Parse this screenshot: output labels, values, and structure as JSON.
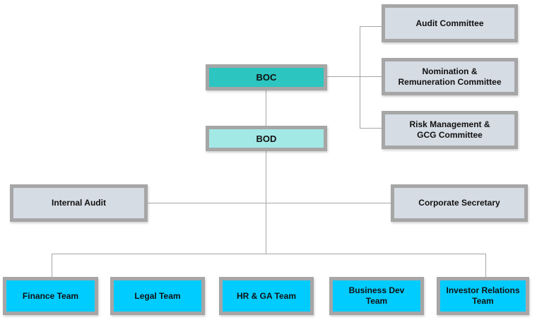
{
  "chart": {
    "top": {
      "boc": "BOC",
      "bod": "BOD"
    },
    "committees": [
      {
        "label": "Audit Committee"
      },
      {
        "label": "Nomination & Remuneration Committee",
        "lines": [
          "Nomination &",
          "Remuneration Committee"
        ]
      },
      {
        "label": "Risk Management & GCG Committee",
        "lines": [
          "Risk Management &",
          "GCG Committee"
        ]
      }
    ],
    "staff": {
      "left": "Internal Audit",
      "right": "Corporate Secretary"
    },
    "teams": [
      {
        "lines": [
          "Finance Team"
        ]
      },
      {
        "lines": [
          "Legal Team"
        ]
      },
      {
        "lines": [
          "HR & GA Team"
        ]
      },
      {
        "lines": [
          "Business Dev",
          "Team"
        ]
      },
      {
        "lines": [
          "Investor Relations",
          "Team"
        ]
      }
    ],
    "colors": {
      "boc": "#2cc5c0",
      "bod": "#a2e9e6",
      "committee": "#d6dce4",
      "team": "#00ccff",
      "border": "#a6a6a6"
    }
  }
}
